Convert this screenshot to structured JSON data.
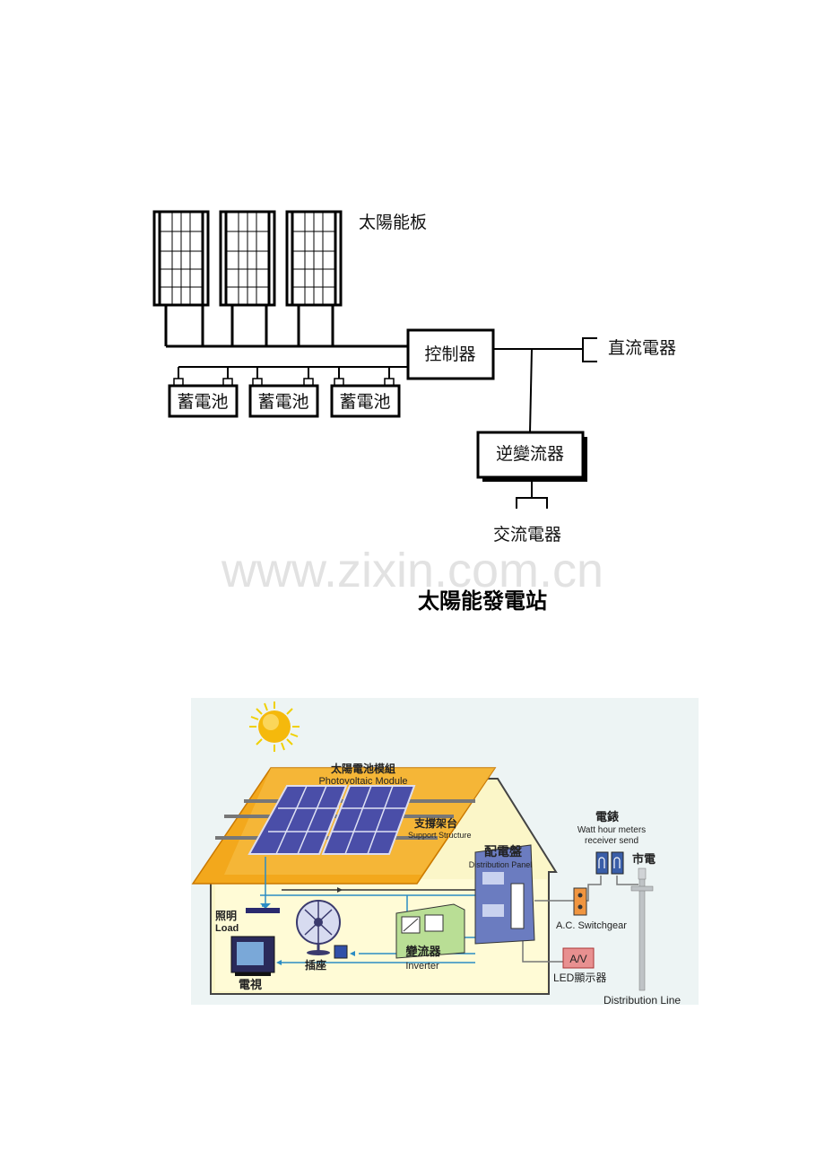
{
  "diagram1": {
    "panel_label": "太陽能板",
    "controller": "控制器",
    "batteries": [
      "蓄電池",
      "蓄電池",
      "蓄電池"
    ],
    "dc_load": "直流電器",
    "inverter": "逆變流器",
    "ac_load": "交流電器"
  },
  "watermark": "www.zixin.com.cn",
  "title": "太陽能發電站",
  "diagram2": {
    "pv_module_zh": "太陽電池模組",
    "pv_module_en": "Photovoltaic Module",
    "support_zh": "支撐架台",
    "support_en": "Support Structure",
    "panel_zh": "配電盤",
    "panel_en": "Distribution Panel",
    "meter_zh": "電錶",
    "meter_en1": "Watt hour meters",
    "meter_en2": "receiver send",
    "grid_zh": "市電",
    "switchgear": "A.C. Switchgear",
    "av": "A/V",
    "led": "LED顯示器",
    "dist_line": "Distribution Line",
    "lighting_zh": "照明",
    "load_en": "Load",
    "outlet_zh": "插座",
    "tv_zh": "電視",
    "inverter_zh": "變流器",
    "inverter_en": "Inverter"
  }
}
